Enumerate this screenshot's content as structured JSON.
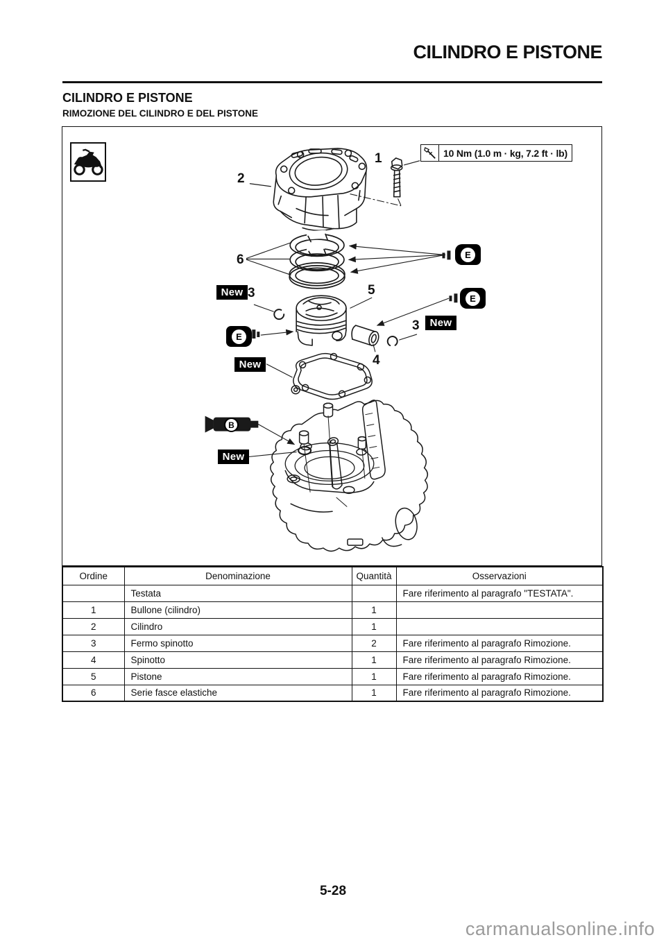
{
  "page": {
    "header_title": "CILINDRO E PISTONE",
    "section_title": "CILINDRO E PISTONE",
    "subsection_title": "RIMOZIONE DEL CILINDRO E DEL PISTONE",
    "page_number": "5-28",
    "watermark": "carmanualsonline.info"
  },
  "diagram": {
    "torque_label": "10 Nm (1.0 m · kg, 7.2 ft · lb)",
    "callout_1": "1",
    "callout_2": "2",
    "callout_3": "3",
    "callout_4": "4",
    "callout_5": "5",
    "callout_6": "6",
    "new_label": "New",
    "oil_symbol": "E",
    "sealant_symbol": "B"
  },
  "table": {
    "headers": [
      "Ordine",
      "Denominazione",
      "Quantità",
      "Osservazioni"
    ],
    "rows": [
      {
        "ordine": "",
        "denominazione": "Testata",
        "quantita": "",
        "osservazioni": "Fare riferimento al paragrafo \"TESTATA\"."
      },
      {
        "ordine": "1",
        "denominazione": "Bullone (cilindro)",
        "quantita": "1",
        "osservazioni": ""
      },
      {
        "ordine": "2",
        "denominazione": "Cilindro",
        "quantita": "1",
        "osservazioni": ""
      },
      {
        "ordine": "3",
        "denominazione": "Fermo spinotto",
        "quantita": "2",
        "osservazioni": "Fare riferimento al paragrafo Rimozione."
      },
      {
        "ordine": "4",
        "denominazione": "Spinotto",
        "quantita": "1",
        "osservazioni": "Fare riferimento al paragrafo Rimozione."
      },
      {
        "ordine": "5",
        "denominazione": "Pistone",
        "quantita": "1",
        "osservazioni": "Fare riferimento al paragrafo Rimozione."
      },
      {
        "ordine": "6",
        "denominazione": "Serie fasce elastiche",
        "quantita": "1",
        "osservazioni": "Fare riferimento al paragrafo Rimozione."
      }
    ]
  },
  "colors": {
    "text": "#111111",
    "label_bg": "#000000",
    "label_fg": "#ffffff",
    "watermark": "#9b9b9b"
  }
}
